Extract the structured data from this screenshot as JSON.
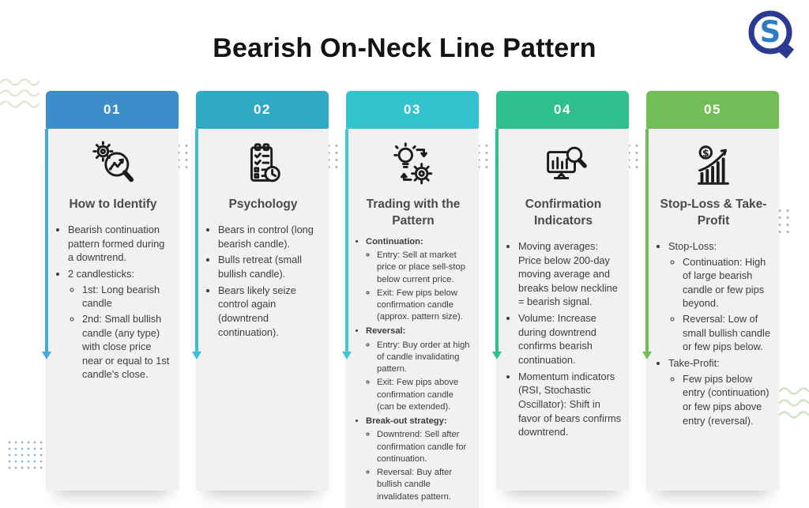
{
  "page": {
    "title": "Bearish On-Neck Line Pattern"
  },
  "logo": {
    "name": "sq-monogram-logo",
    "ring_color": "#2b3990",
    "s_color": "#2e7cc1"
  },
  "decorations": {
    "wave_color": "#dbe7cf",
    "dot_color": "#a9b7c6",
    "dot_color_blue": "#9dbbd4"
  },
  "columns": [
    {
      "number": "01",
      "header_color": "#3e8dcb",
      "arrow_color": "#44a9df",
      "icon": "icon-identify-magnifier",
      "title": "How to Identify",
      "bullets": [
        {
          "text": "Bearish continuation pattern formed during a downtrend."
        },
        {
          "text": "2 candlesticks:",
          "subs": [
            "1st: Long bearish candle",
            "2nd: Small bullish candle (any type) with close price near or equal to 1st candle's close."
          ]
        }
      ]
    },
    {
      "number": "02",
      "header_color": "#32a9c2",
      "arrow_color": "#3cc0d4",
      "icon": "icon-checklist-clock",
      "title": "Psychology",
      "bullets": [
        {
          "text": "Bears in control (long bearish candle)."
        },
        {
          "text": "Bulls retreat (small bullish candle)."
        },
        {
          "text": "Bears likely seize control again (downtrend continuation)."
        }
      ]
    },
    {
      "number": "03",
      "header_color": "#33c3cf",
      "arrow_color": "#40c9d2",
      "icon": "icon-idea-gear",
      "title": "Trading with the Pattern",
      "bullets": [
        {
          "text": "Continuation:",
          "bold": true,
          "subs": [
            "Entry: Sell at market price or place sell-stop below current price.",
            "Exit: Few pips below confirmation candle (approx. pattern size)."
          ]
        },
        {
          "text": "Reversal:",
          "bold": true,
          "subs": [
            "Entry: Buy order at high of candle invalidating pattern.",
            "Exit: Few pips above confirmation candle (can be extended)."
          ]
        },
        {
          "text": "Break-out strategy:",
          "bold": true,
          "subs": [
            "Downtrend: Sell after confirmation candle for continuation.",
            "Reversal: Buy after bullish candle invalidates pattern."
          ]
        }
      ]
    },
    {
      "number": "04",
      "header_color": "#2ebe90",
      "arrow_color": "#2ebf92",
      "icon": "icon-monitor-magnifier",
      "title": "Confirmation Indicators",
      "bullets": [
        {
          "text": "Moving averages: Price below 200-day moving average and breaks below neckline = bearish signal."
        },
        {
          "text": "Volume: Increase during downtrend confirms bearish continuation."
        },
        {
          "text": "Momentum indicators (RSI, Stochastic Oscillator): Shift in favor of bears confirms downtrend."
        }
      ]
    },
    {
      "number": "05",
      "header_color": "#73bd58",
      "arrow_color": "#72be58",
      "icon": "icon-chart-dollar-arrow",
      "title": "Stop-Loss & Take-Profit",
      "bullets": [
        {
          "text": "Stop-Loss:",
          "subs": [
            "Continuation: High of large bearish candle or few pips beyond.",
            "Reversal: Low of small bullish candle or few pips below."
          ]
        },
        {
          "text": "Take-Profit:",
          "subs": [
            "Few pips below entry (continuation) or few pips above entry (reversal)."
          ]
        }
      ]
    }
  ]
}
